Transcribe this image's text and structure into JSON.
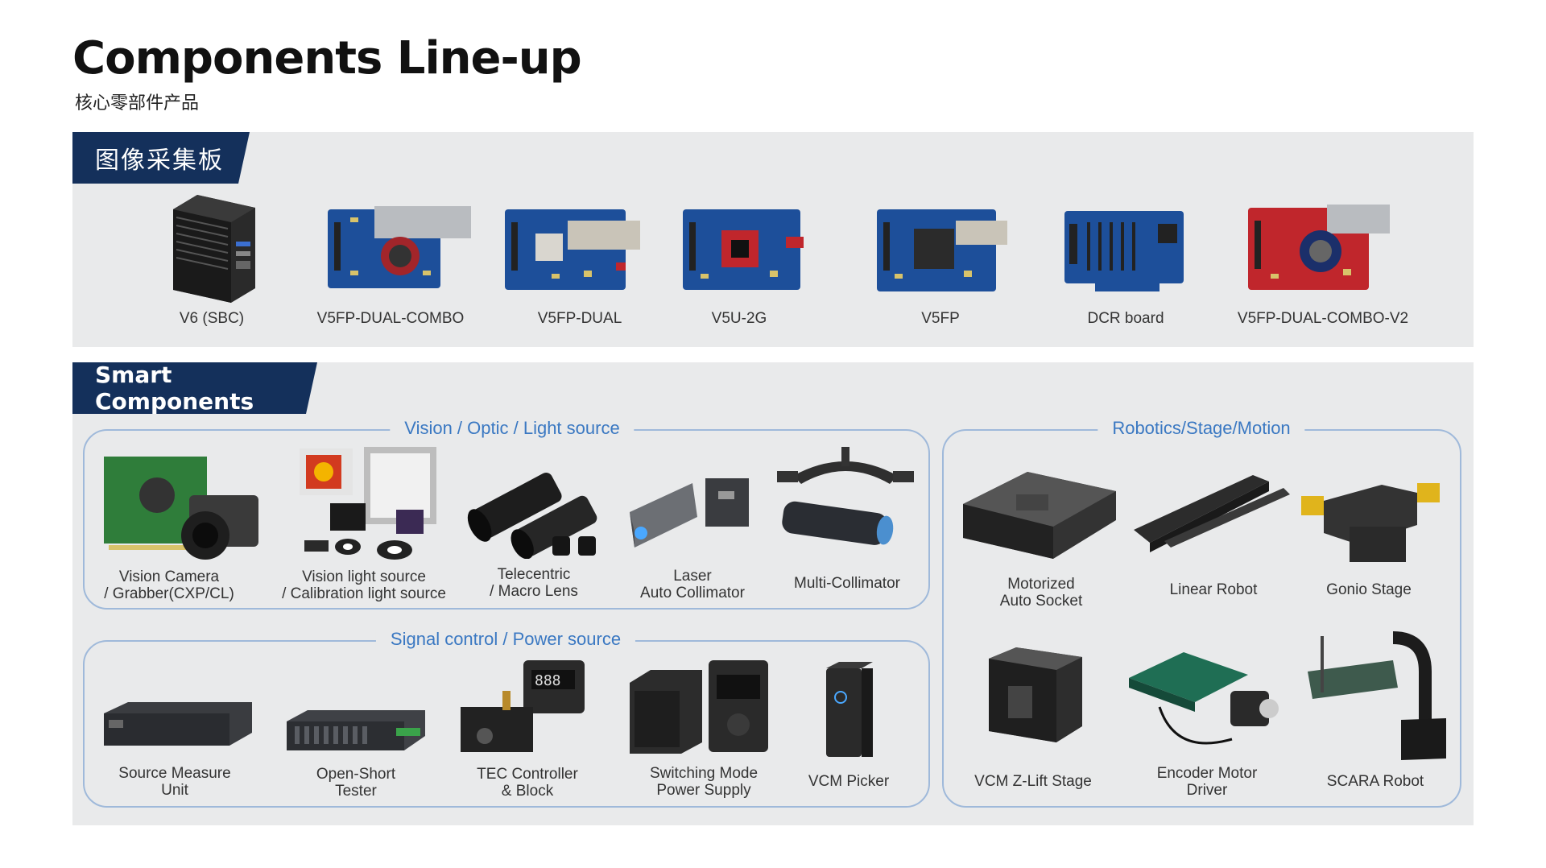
{
  "page": {
    "title": "Components Line-up",
    "subtitle": "核心零部件产品"
  },
  "section1": {
    "tab": "图像采集板",
    "boards": [
      {
        "label": "V6 (SBC)",
        "icon": "sbc-box-icon"
      },
      {
        "label": "V5FP-DUAL-COMBO",
        "icon": "pcb-board-icon"
      },
      {
        "label": "V5FP-DUAL",
        "icon": "pcb-board-icon"
      },
      {
        "label": "V5U-2G",
        "icon": "pcb-board-icon"
      },
      {
        "label": "V5FP",
        "icon": "pcb-board-icon"
      },
      {
        "label": "DCR board",
        "icon": "pcb-board-icon"
      },
      {
        "label": "V5FP-DUAL-COMBO-V2",
        "icon": "pcb-board-icon"
      }
    ]
  },
  "section2": {
    "tab": "Smart Components",
    "groups": {
      "vision": {
        "title": "Vision / Optic / Light source",
        "items": [
          {
            "line1": "Vision Camera",
            "line2": "/ Grabber(CXP/CL)"
          },
          {
            "line1": "Vision light source",
            "line2": "/ Calibration light source"
          },
          {
            "line1": "Telecentric",
            "line2": "/ Macro Lens"
          },
          {
            "line1": "Laser",
            "line2": "Auto Collimator"
          },
          {
            "line1": "Multi-Collimator",
            "line2": ""
          }
        ]
      },
      "signal": {
        "title": "Signal control / Power source",
        "items": [
          {
            "line1": "Source Measure",
            "line2": "Unit"
          },
          {
            "line1": "Open-Short",
            "line2": "Tester"
          },
          {
            "line1": "TEC Controller",
            "line2": "& Block"
          },
          {
            "line1": "Switching Mode",
            "line2": "Power Supply"
          },
          {
            "line1": "VCM Picker",
            "line2": ""
          }
        ]
      },
      "robotics": {
        "title": "Robotics/Stage/Motion",
        "items": [
          {
            "line1": "Motorized",
            "line2": "Auto Socket"
          },
          {
            "line1": "Linear Robot",
            "line2": ""
          },
          {
            "line1": "Gonio Stage",
            "line2": ""
          },
          {
            "line1": "VCM Z-Lift Stage",
            "line2": ""
          },
          {
            "line1": "Encoder Motor",
            "line2": "Driver"
          },
          {
            "line1": "SCARA Robot",
            "line2": ""
          }
        ]
      }
    }
  },
  "colors": {
    "navy": "#14305b",
    "panel": "#e9eaeb",
    "group_border": "#9fb9da",
    "group_title": "#3a78c2",
    "pcb_blue": "#1d4f9a",
    "pcb_red": "#c0262c"
  }
}
